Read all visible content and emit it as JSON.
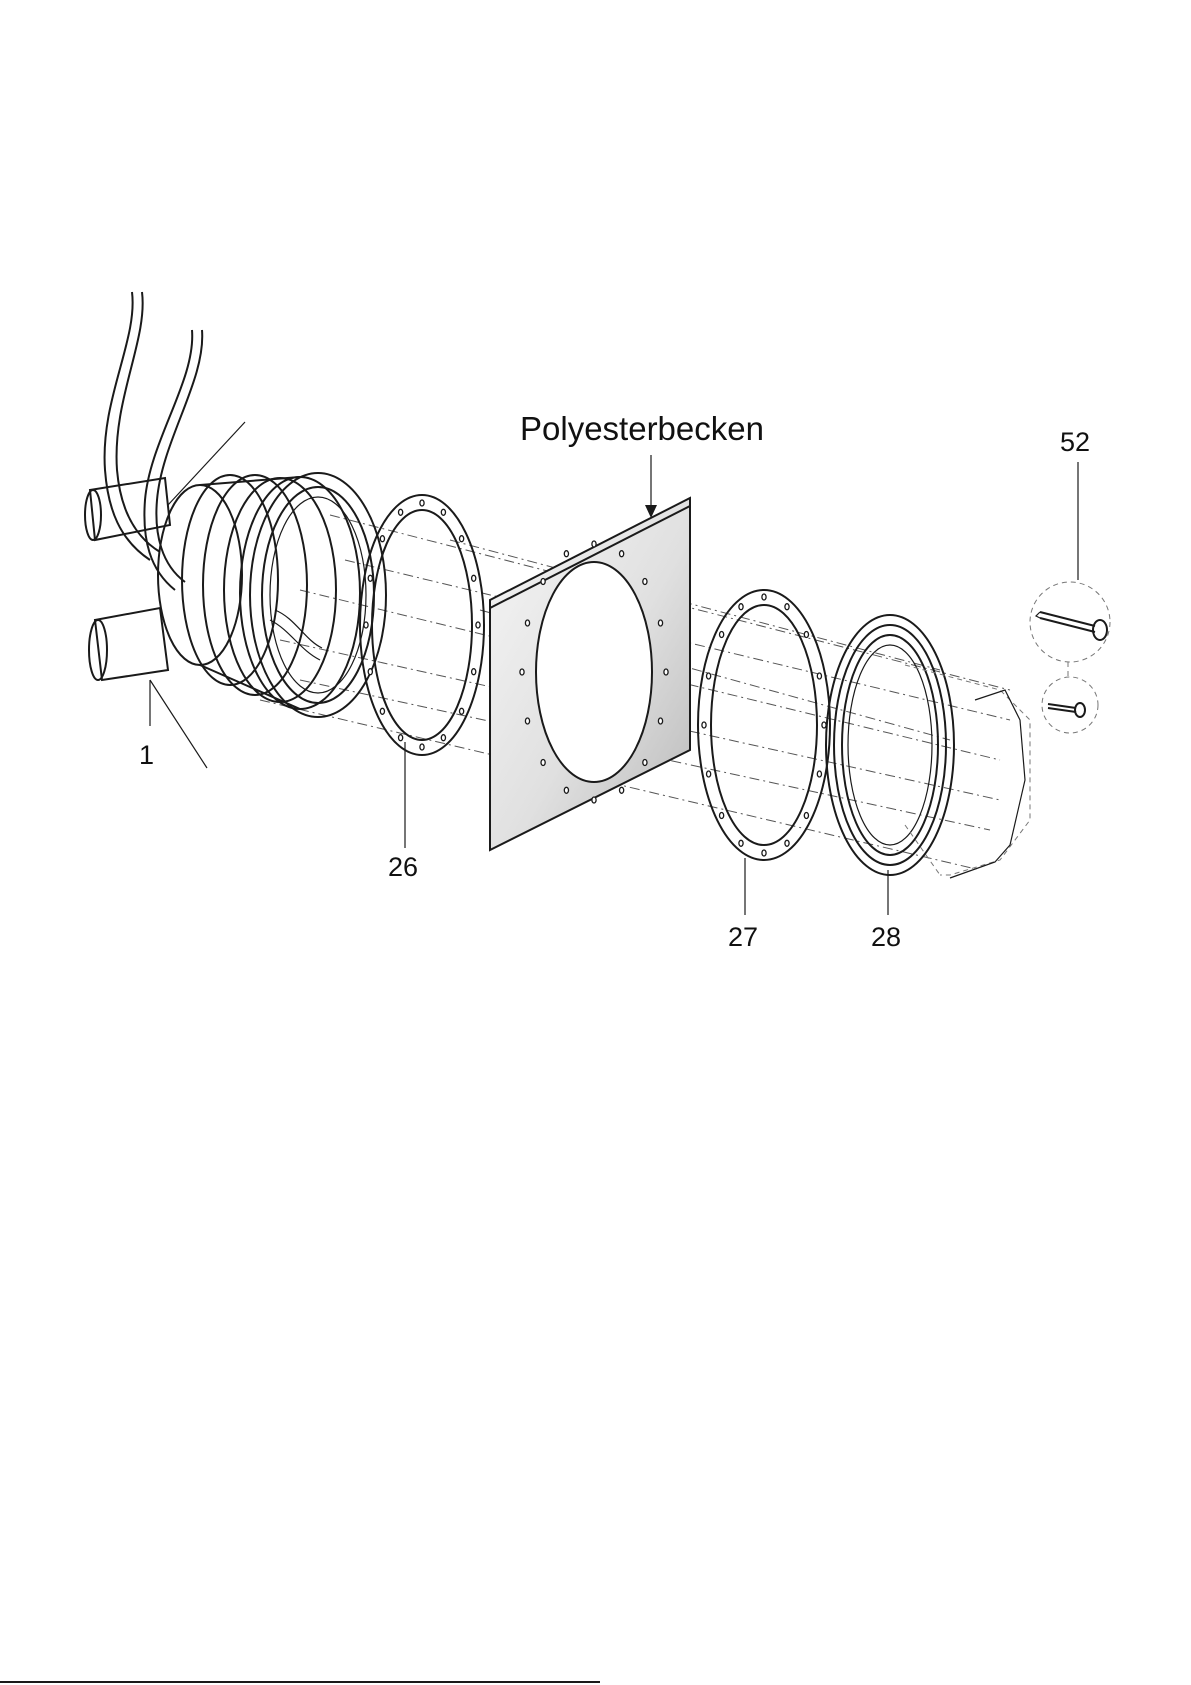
{
  "labels": {
    "tank": "Polyesterbecken",
    "part_1": "1",
    "part_26": "26",
    "part_27": "27",
    "part_28": "28",
    "part_52": "52"
  },
  "colors": {
    "line": "#1a1a1a",
    "panel_light": "#f4f4f4",
    "panel_dark": "#bdbdbd"
  }
}
